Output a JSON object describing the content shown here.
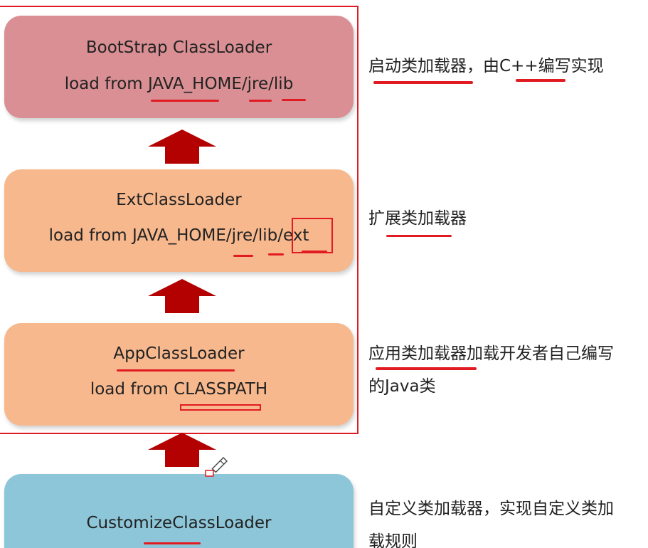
{
  "loaders": {
    "bootstrap": {
      "name": "BootStrap ClassLoader",
      "path": "load from JAVA_HOME/jre/lib"
    },
    "ext": {
      "name": "ExtClassLoader",
      "path": "load from JAVA_HOME/jre/lib/ext"
    },
    "app": {
      "name": "AppClassLoader",
      "path": "load from CLASSPATH"
    },
    "custom": {
      "name": "CustomizeClassLoader"
    }
  },
  "notes": {
    "bootstrap": "启动类加载器，由C++编写实现",
    "ext": "扩展类加载器",
    "app_line1": "应用类加载器加载开发者自己编写",
    "app_line2": "的Java类",
    "custom_line1": "自定义类加载器，实现自定义类加",
    "custom_line2": "载规则"
  },
  "colors": {
    "bootstrap_fill": "#d98f93",
    "ext_fill": "#f7b88d",
    "app_fill": "#f7b88d",
    "custom_fill": "#8cc6d8",
    "arrow": "#b30000",
    "annotation": "#e11b22"
  }
}
